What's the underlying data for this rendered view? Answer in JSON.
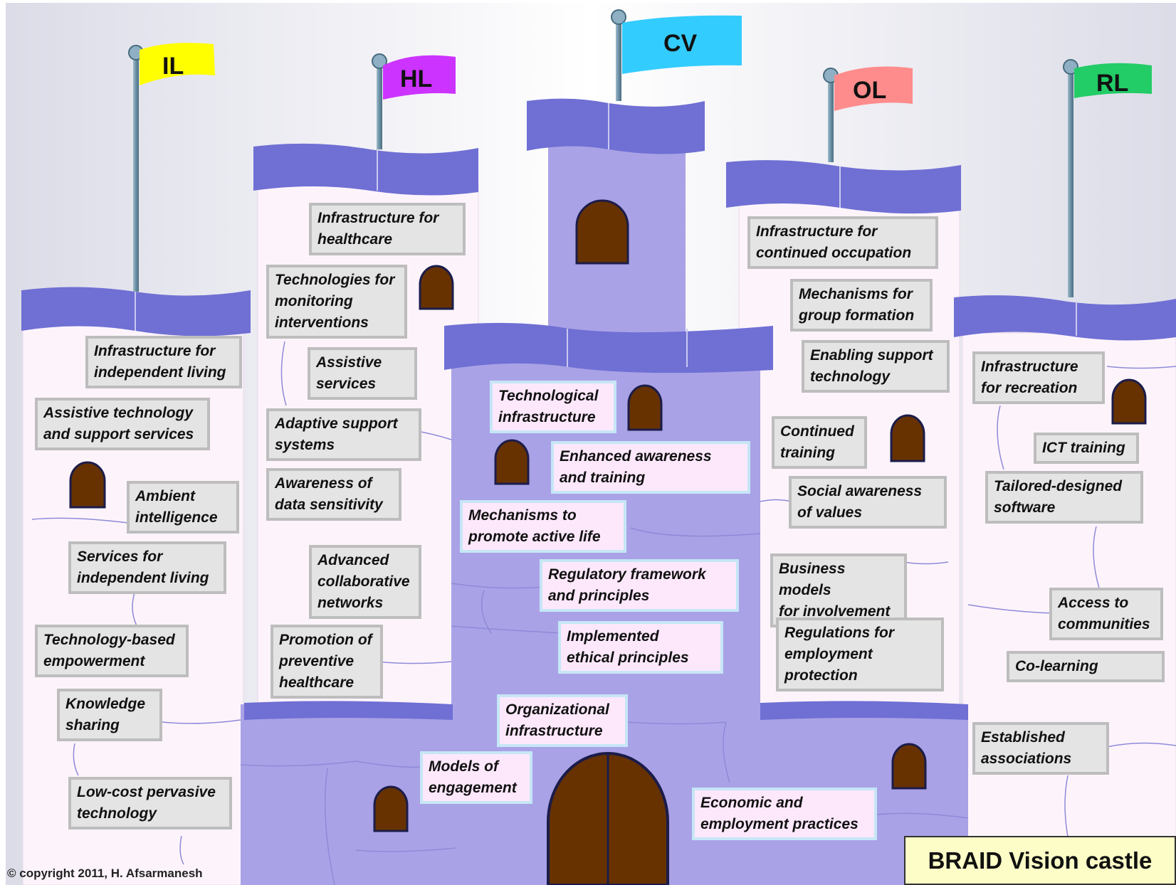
{
  "title": "BRAID Vision castle",
  "copyright": "© copyright 2011, H. Afsarmanesh",
  "flags": [
    {
      "id": "il",
      "text": "IL",
      "color": "#ffff00"
    },
    {
      "id": "hl",
      "text": "HL",
      "color": "#cc33ff"
    },
    {
      "id": "cv",
      "text": "CV",
      "color": "#33ccff"
    },
    {
      "id": "ol",
      "text": "OL",
      "color": "#ff8c8c"
    },
    {
      "id": "rl",
      "text": "RL",
      "color": "#22cc66"
    }
  ],
  "labels": {
    "il": [
      "Infrastructure for\nindependent living",
      "Assistive technology\nand support services",
      "Ambient\nintelligence",
      "Services for\nindependent living",
      "Technology-based\nempowerment",
      "Knowledge\nsharing",
      "Low-cost pervasive\ntechnology"
    ],
    "hl": [
      "Infrastructure for\nhealthcare",
      "Technologies for\nmonitoring\ninterventions",
      "Assistive\nservices",
      "Adaptive support\nsystems",
      "Awareness of\ndata sensitivity",
      "Advanced\ncollaborative\nnetworks",
      "Promotion of\npreventive\nhealthcare"
    ],
    "cv": [
      "Technological\ninfrastructure",
      "Enhanced awareness\nand training",
      "Mechanisms to\npromote active life",
      "Regulatory framework\nand principles",
      "Implemented\nethical principles",
      "Organizational\ninfrastructure",
      "Models of\nengagement",
      "Economic and\nemployment  practices"
    ],
    "ol": [
      "Infrastructure for\ncontinued occupation",
      "Mechanisms for\ngroup formation",
      "Enabling support\ntechnology",
      "Continued\ntraining",
      "Social awareness\nof values",
      "Business models\nfor involvement",
      "Regulations for\nemployment\nprotection"
    ],
    "rl": [
      "Infrastructure\nfor recreation",
      "ICT training",
      "Tailored-designed\nsoftware",
      "Access to\ncommunities",
      "Co-learning",
      "Established\nassociations"
    ]
  },
  "colors": {
    "wall": "#a9a2e6",
    "battlement": "#6f6fd4",
    "tower_light": "#fdf4fb",
    "door": "#673200",
    "pole": "#6a8fa3"
  }
}
